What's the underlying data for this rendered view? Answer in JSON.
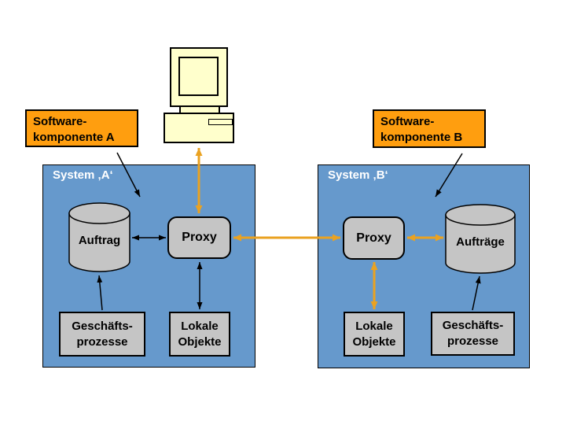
{
  "component_a": {
    "line1": "Software-",
    "line2": "komponente A"
  },
  "component_b": {
    "line1": "Software-",
    "line2": "komponente B"
  },
  "system_a": {
    "title": "System ‚A‘",
    "database": "Auftrag",
    "proxy": "Proxy",
    "business_line1": "Geschäfts-",
    "business_line2": "prozesse",
    "local_line1": "Lokale",
    "local_line2": "Objekte"
  },
  "system_b": {
    "title": "System ‚B‘",
    "database": "Aufträge",
    "proxy": "Proxy",
    "business_line1": "Geschäfts-",
    "business_line2": "prozesse",
    "local_line1": "Lokale",
    "local_line2": "Objekte"
  },
  "icons": {
    "computer": "desktop-computer-icon"
  },
  "colors": {
    "callout_fill": "#FF9E0F",
    "system_fill": "#6699CC",
    "node_fill": "#C5C5C5",
    "computer_fill": "#FFFFCC",
    "connector_orange": "#EAA221",
    "connector_black": "#000000"
  },
  "edges": [
    {
      "from": "software-component-a",
      "to": "system-a",
      "style": "black-arrow"
    },
    {
      "from": "software-component-b",
      "to": "system-b",
      "style": "black-arrow"
    },
    {
      "from": "computer",
      "to": "proxy-a",
      "style": "orange-double-arrow"
    },
    {
      "from": "proxy-a",
      "to": "proxy-b",
      "style": "orange-double-arrow"
    },
    {
      "from": "auftrag-database",
      "to": "proxy-a",
      "style": "black-double-arrow"
    },
    {
      "from": "proxy-a",
      "to": "lokale-objekte-a",
      "style": "black-double-arrow"
    },
    {
      "from": "geschaeftsprozesse-a",
      "to": "auftrag-database",
      "style": "black-arrow"
    },
    {
      "from": "proxy-b",
      "to": "auftraege-database",
      "style": "orange-double-arrow"
    },
    {
      "from": "proxy-b",
      "to": "lokale-objekte-b",
      "style": "orange-double-arrow"
    },
    {
      "from": "geschaeftsprozesse-b",
      "to": "auftraege-database",
      "style": "black-arrow"
    }
  ]
}
